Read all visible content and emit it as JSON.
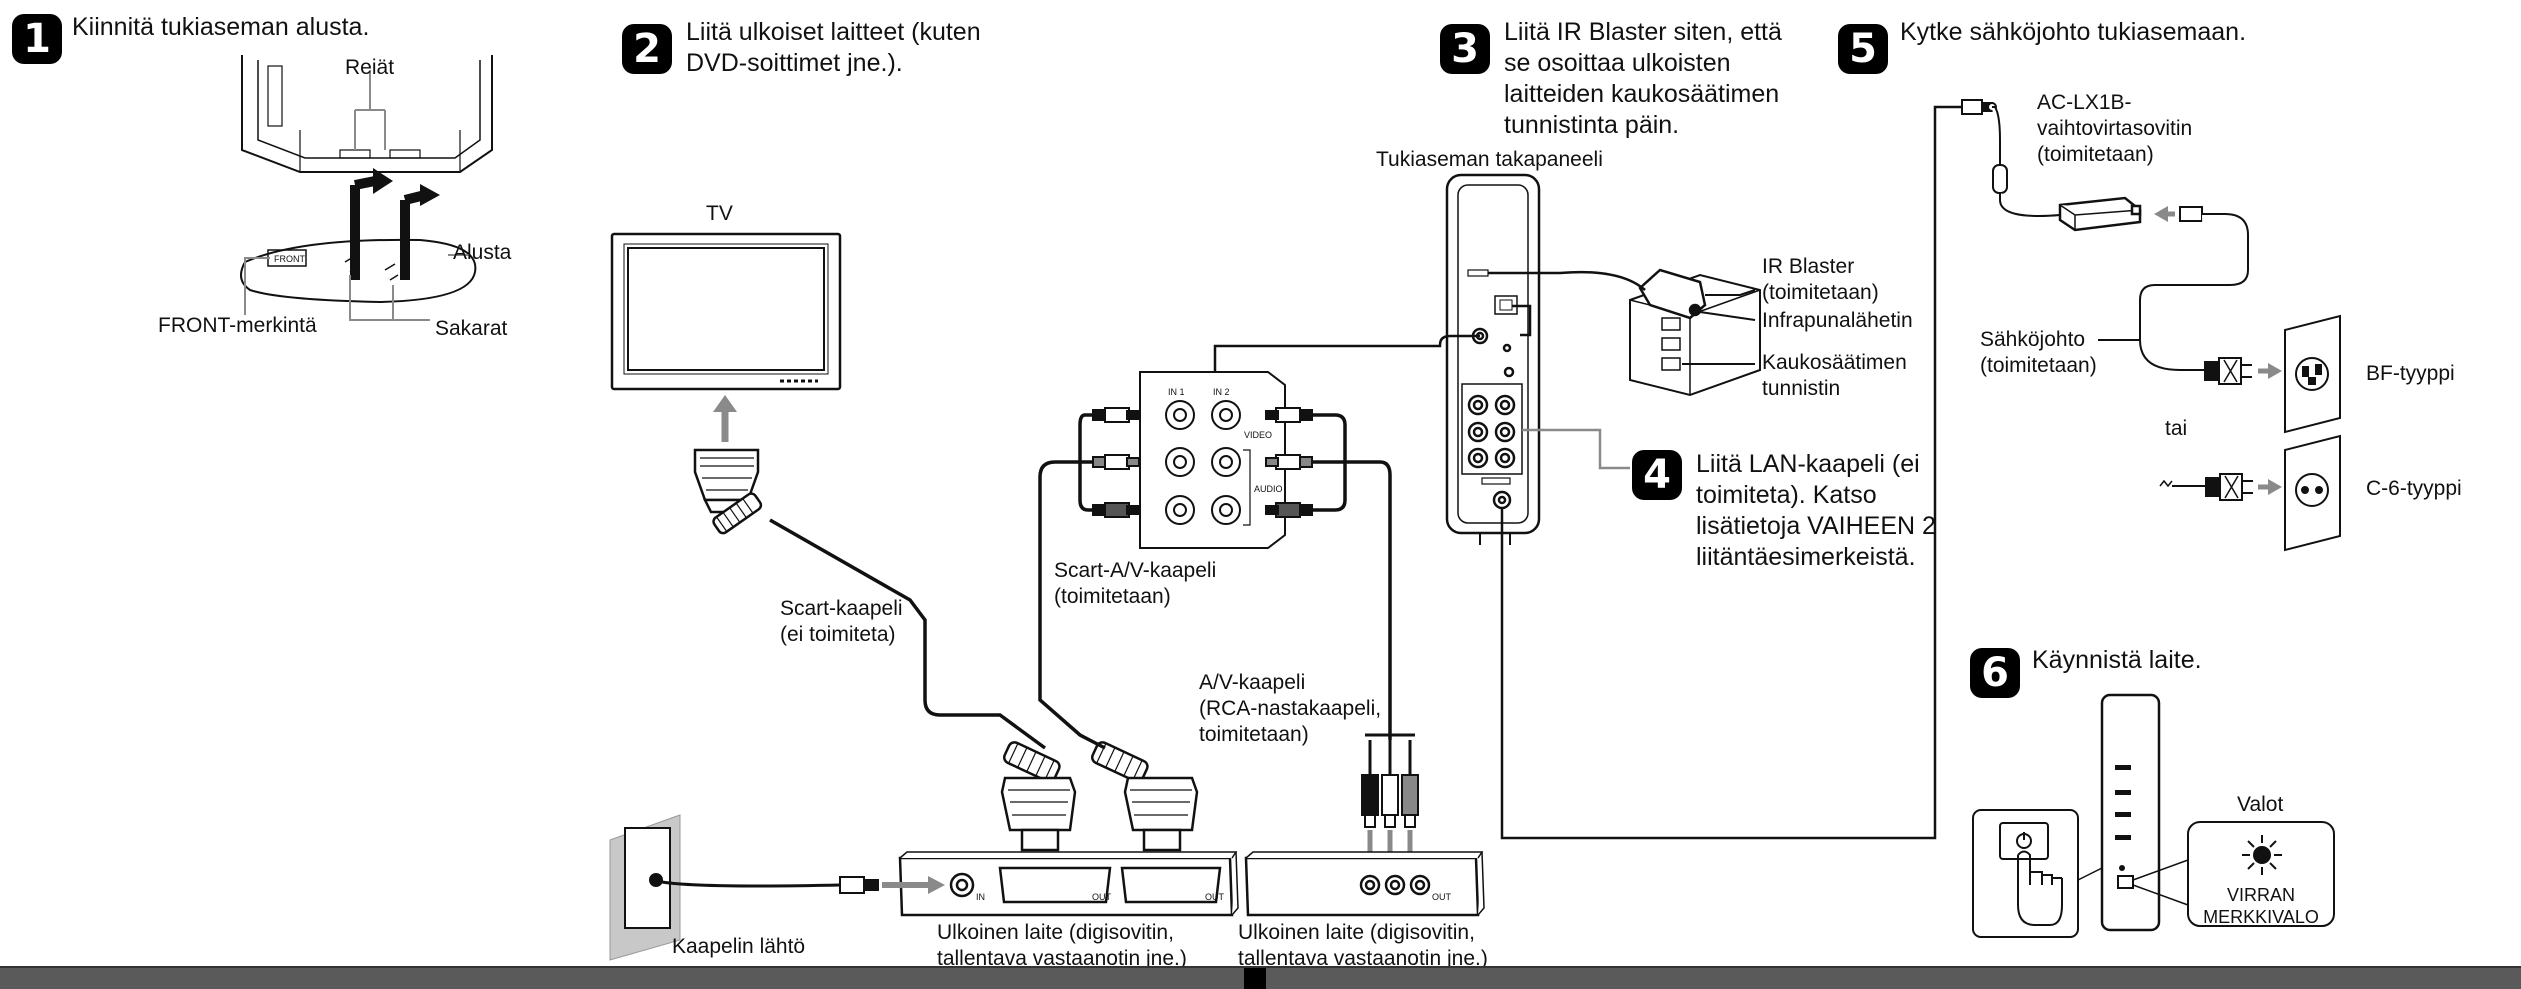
{
  "steps": [
    {
      "num": "1",
      "text": "Kiinnitä tukiaseman alusta."
    },
    {
      "num": "2",
      "text": "Liitä ulkoiset laitteet (kuten\nDVD-soittimet jne.)."
    },
    {
      "num": "3",
      "text": "Liitä IR Blaster siten, että\nse osoittaa ulkoisten\nlaitteiden kaukosäätimen\ntunnistinta päin."
    },
    {
      "num": "4",
      "text": "Liitä LAN-kaapeli (ei\ntoimiteta). Katso\nlisätietoja VAIHEEN 2\nliitäntäesimerkeistä."
    },
    {
      "num": "5",
      "text": "Kytke sähköjohto tukiasemaan."
    },
    {
      "num": "6",
      "text": "Käynnistä laite."
    }
  ],
  "labels": {
    "holes": "Reiät",
    "base": "Alusta",
    "front_mark": "FRONT-merkintä",
    "tabs": "Sakarat",
    "tv": "TV",
    "scart_cable": "Scart-kaapeli\n(ei toimiteta)",
    "scart_av_cable": "Scart-A/V-kaapeli\n(toimitetaan)",
    "av_cable": "A/V-kaapeli\n(RCA-nastakaapeli,\ntoimitetaan)",
    "cable_outlet": "Kaapelin lähtö",
    "external_device_1": "Ulkoinen laite (digisovitin,\ntallentava vastaanotin jne.)",
    "external_device_2": "Ulkoinen laite (digisovitin,\ntallentava vastaanotin jne.)",
    "rear_panel": "Tukiaseman takapaneeli",
    "ir_blaster": "IR Blaster\n(toimitetaan)",
    "ir_emitter": "Infrapunalähetin",
    "remote_sensor": "Kaukosäätimen\ntunnistin",
    "ac_adapter": "AC-LX1B-\nvaihtovirtasovitin\n(toimitetaan)",
    "power_cord": "Sähköjohto\n(toimitetaan)",
    "bf_type": "BF-tyyppi",
    "or": "tai",
    "c6_type": "C-6-tyyppi",
    "lights": "Valot",
    "power_indicator": "VIRRAN\nMERKKIVALO"
  },
  "panel_labels": {
    "in1": "IN 1",
    "in2": "IN 2",
    "video": "VIDEO",
    "audio": "AUDIO",
    "in": "IN",
    "out": "OUT"
  },
  "colors": {
    "line": "#111111",
    "grey": "#8a8a8a",
    "bar": "#5a5a5a"
  }
}
